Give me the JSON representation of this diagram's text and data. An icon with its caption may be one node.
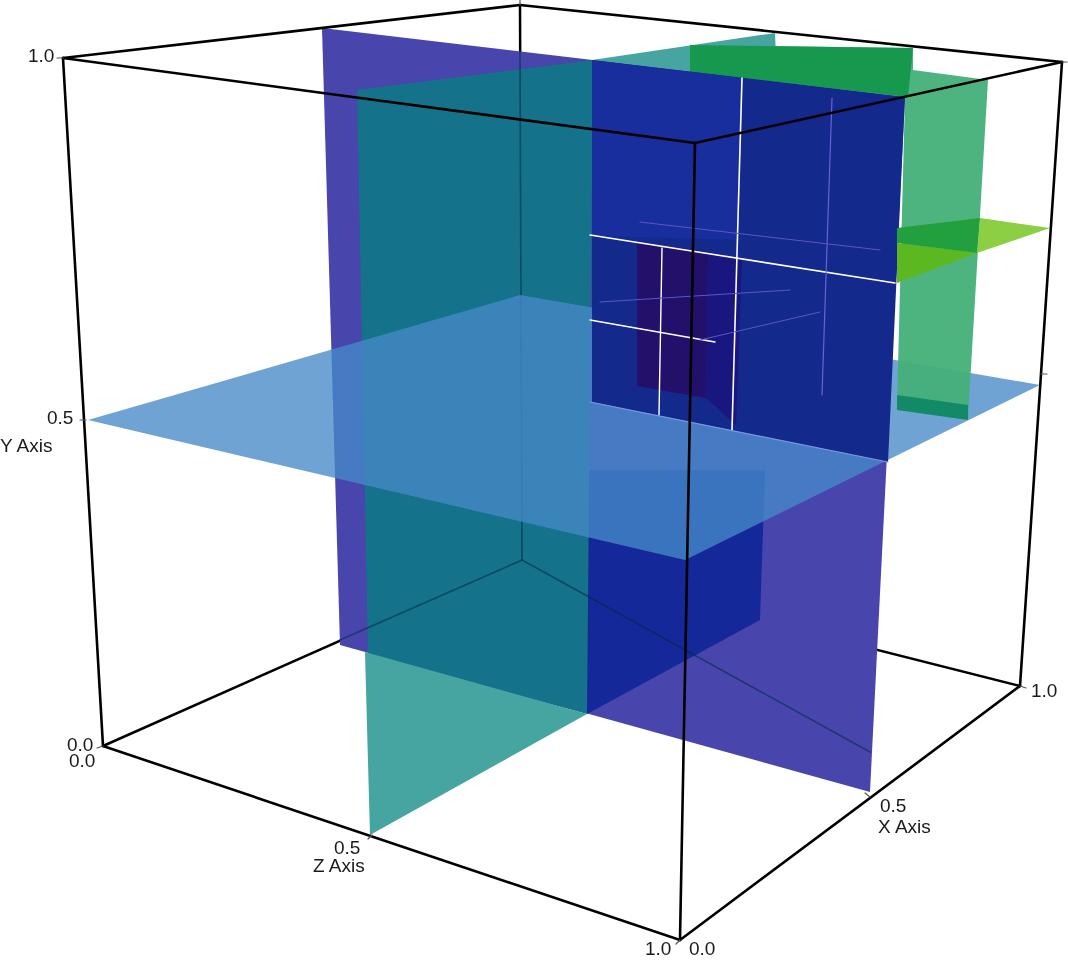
{
  "diagram": {
    "labels": [
      "1.0",
      "0.5",
      "Y Axis",
      "1.0",
      "0.0",
      "0.0",
      "0.5",
      "X Axis",
      "0.5",
      "Z Axis",
      "1.0",
      "0.0"
    ]
  }
}
